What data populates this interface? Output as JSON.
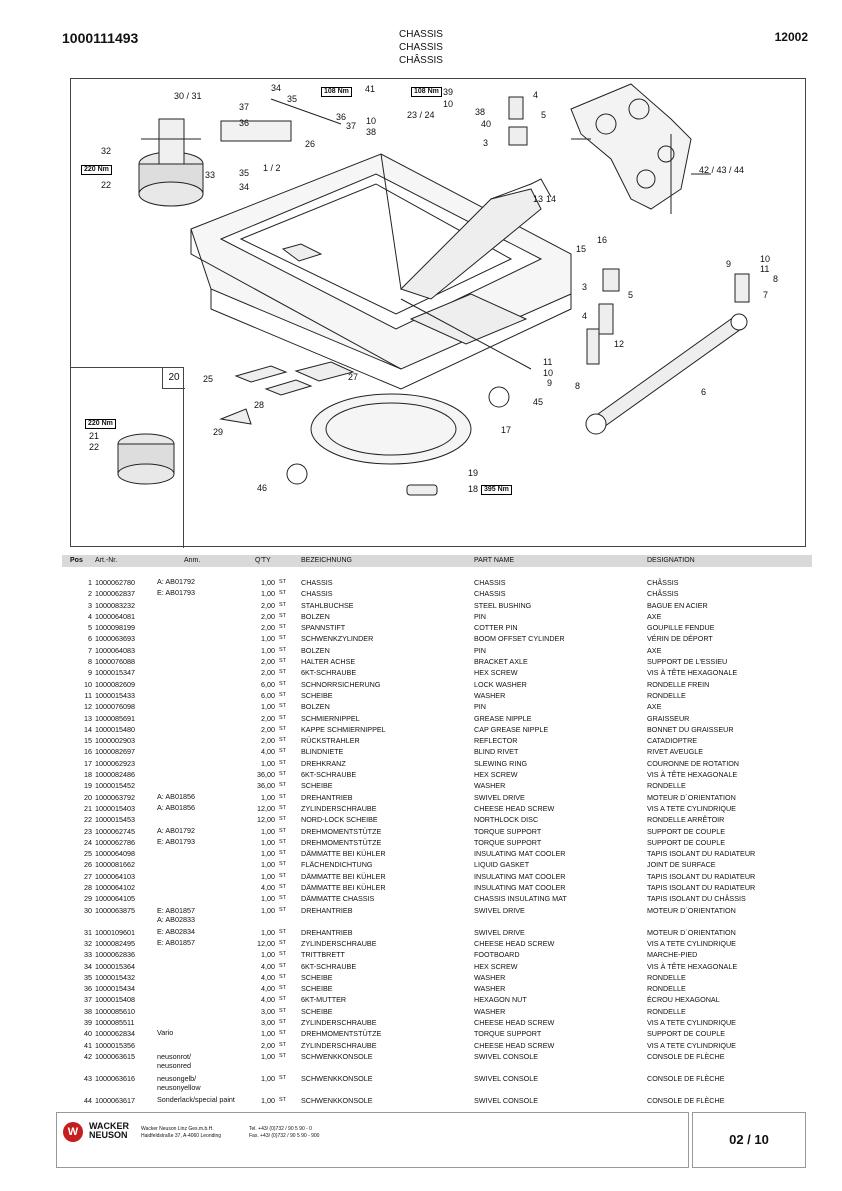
{
  "header": {
    "doc_number": "1000111493",
    "titles": [
      "CHASSIS",
      "CHASSIS",
      "CHÂSSIS"
    ],
    "page_code": "12002"
  },
  "drawing": {
    "inset_number": "20",
    "torque_labels": [
      "108 Nm",
      "108 Nm",
      "220 Nm",
      "220 Nm",
      "395 Nm"
    ],
    "callouts": [
      "30 / 31",
      "34",
      "35",
      "37",
      "36",
      "41",
      "39",
      "10",
      "38",
      "4",
      "5",
      "3",
      "42 / 43 / 44",
      "32",
      "22",
      "33",
      "35",
      "34",
      "1 / 2",
      "26",
      "36",
      "37",
      "10",
      "38",
      "23 / 24",
      "40",
      "13",
      "14",
      "16",
      "15",
      "10",
      "11",
      "9",
      "8",
      "7",
      "3",
      "5",
      "4",
      "12",
      "6",
      "11",
      "10",
      "9",
      "8",
      "25",
      "27",
      "28",
      "29",
      "45",
      "17",
      "46",
      "19",
      "18",
      "21",
      "22"
    ]
  },
  "table": {
    "headers": {
      "pos": "Pos",
      "art": "Art.-Nr.",
      "anm": "Anm.",
      "qty": "Q'TY",
      "de": "BEZEICHNUNG",
      "en": "PART NAME",
      "fr": "DESIGNATION"
    },
    "rows": [
      {
        "pos": "1",
        "art": "1000062780",
        "anm": "A: AB01792",
        "qty": "1,00",
        "unit": "ST",
        "de": "CHASSIS",
        "en": "CHASSIS",
        "fr": "CHÂSSIS"
      },
      {
        "pos": "2",
        "art": "1000062837",
        "anm": "E: AB01793",
        "qty": "1,00",
        "unit": "ST",
        "de": "CHASSIS",
        "en": "CHASSIS",
        "fr": "CHÂSSIS"
      },
      {
        "pos": "3",
        "art": "1000083232",
        "anm": "",
        "qty": "2,00",
        "unit": "ST",
        "de": "STAHLBUCHSE",
        "en": "STEEL BUSHING",
        "fr": "BAGUE EN ACIER"
      },
      {
        "pos": "4",
        "art": "1000064081",
        "anm": "",
        "qty": "2,00",
        "unit": "ST",
        "de": "BOLZEN",
        "en": "PIN",
        "fr": "AXE"
      },
      {
        "pos": "5",
        "art": "1000098199",
        "anm": "",
        "qty": "2,00",
        "unit": "ST",
        "de": "SPANNSTIFT",
        "en": "COTTER PIN",
        "fr": "GOUPILLE FENDUE"
      },
      {
        "pos": "6",
        "art": "1000063693",
        "anm": "",
        "qty": "1,00",
        "unit": "ST",
        "de": "SCHWENKZYLINDER",
        "en": "BOOM OFFSET CYLINDER",
        "fr": "VÉRIN DE DÉPORT"
      },
      {
        "pos": "7",
        "art": "1000064083",
        "anm": "",
        "qty": "1,00",
        "unit": "ST",
        "de": "BOLZEN",
        "en": "PIN",
        "fr": "AXE"
      },
      {
        "pos": "8",
        "art": "1000076088",
        "anm": "",
        "qty": "2,00",
        "unit": "ST",
        "de": "HALTER ACHSE",
        "en": "BRACKET AXLE",
        "fr": "SUPPORT DE L'ESSIEU"
      },
      {
        "pos": "9",
        "art": "1000015347",
        "anm": "",
        "qty": "2,00",
        "unit": "ST",
        "de": "6KT-SCHRAUBE",
        "en": "HEX SCREW",
        "fr": "VIS À TÊTE HEXAGONALE"
      },
      {
        "pos": "10",
        "art": "1000082609",
        "anm": "",
        "qty": "6,00",
        "unit": "ST",
        "de": "SCHNORRSICHERUNG",
        "en": "LOCK WASHER",
        "fr": "RONDELLE FREIN"
      },
      {
        "pos": "11",
        "art": "1000015433",
        "anm": "",
        "qty": "6,00",
        "unit": "ST",
        "de": "SCHEIBE",
        "en": "WASHER",
        "fr": "RONDELLE"
      },
      {
        "pos": "12",
        "art": "1000076098",
        "anm": "",
        "qty": "1,00",
        "unit": "ST",
        "de": "BOLZEN",
        "en": "PIN",
        "fr": "AXE"
      },
      {
        "pos": "13",
        "art": "1000085691",
        "anm": "",
        "qty": "2,00",
        "unit": "ST",
        "de": "SCHMIERNIPPEL",
        "en": "GREASE NIPPLE",
        "fr": "GRAISSEUR"
      },
      {
        "pos": "14",
        "art": "1000015480",
        "anm": "",
        "qty": "2,00",
        "unit": "ST",
        "de": "KAPPE SCHMIERNIPPEL",
        "en": "CAP GREASE NIPPLE",
        "fr": "BONNET DU GRAISSEUR"
      },
      {
        "pos": "15",
        "art": "1000002903",
        "anm": "",
        "qty": "2,00",
        "unit": "ST",
        "de": "RÜCKSTRAHLER",
        "en": "REFLECTOR",
        "fr": "CATADIOPTRE"
      },
      {
        "pos": "16",
        "art": "1000082697",
        "anm": "",
        "qty": "4,00",
        "unit": "ST",
        "de": "BLINDNIETE",
        "en": "BLIND RIVET",
        "fr": "RIVET AVEUGLE"
      },
      {
        "pos": "17",
        "art": "1000062923",
        "anm": "",
        "qty": "1,00",
        "unit": "ST",
        "de": "DREHKRANZ",
        "en": "SLEWING RING",
        "fr": "COURONNE DE ROTATION"
      },
      {
        "pos": "18",
        "art": "1000082486",
        "anm": "",
        "qty": "36,00",
        "unit": "ST",
        "de": "6KT-SCHRAUBE",
        "en": "HEX SCREW",
        "fr": "VIS À TÊTE HEXAGONALE"
      },
      {
        "pos": "19",
        "art": "1000015452",
        "anm": "",
        "qty": "36,00",
        "unit": "ST",
        "de": "SCHEIBE",
        "en": "WASHER",
        "fr": "RONDELLE"
      },
      {
        "pos": "20",
        "art": "1000063792",
        "anm": "A: AB01856",
        "qty": "1,00",
        "unit": "ST",
        "de": "DREHANTRIEB",
        "en": "SWIVEL DRIVE",
        "fr": "MOTEUR D´ORIENTATION"
      },
      {
        "pos": "21",
        "art": "1000015403",
        "anm": "A: AB01856",
        "qty": "12,00",
        "unit": "ST",
        "de": "ZYLINDERSCHRAUBE",
        "en": "CHEESE HEAD SCREW",
        "fr": "VIS A TETE CYLINDRIQUE"
      },
      {
        "pos": "22",
        "art": "1000015453",
        "anm": "",
        "qty": "12,00",
        "unit": "ST",
        "de": "NORD-LOCK SCHEIBE",
        "en": "NORTHLOCK DISC",
        "fr": "RONDELLE ARRÊTOIR"
      },
      {
        "pos": "23",
        "art": "1000062745",
        "anm": "A: AB01792",
        "qty": "1,00",
        "unit": "ST",
        "de": "DREHMOMENTSTÜTZE",
        "en": "TORQUE SUPPORT",
        "fr": "SUPPORT DE COUPLE"
      },
      {
        "pos": "24",
        "art": "1000062786",
        "anm": "E: AB01793",
        "qty": "1,00",
        "unit": "ST",
        "de": "DREHMOMENTSTÜTZE",
        "en": "TORQUE SUPPORT",
        "fr": "SUPPORT DE COUPLE"
      },
      {
        "pos": "25",
        "art": "1000064098",
        "anm": "",
        "qty": "1,00",
        "unit": "ST",
        "de": "DÄMMATTE BEI KÜHLER",
        "en": "INSULATING MAT COOLER",
        "fr": "TAPIS ISOLANT DU RADIATEUR"
      },
      {
        "pos": "26",
        "art": "1000081662",
        "anm": "",
        "qty": "1,00",
        "unit": "ST",
        "de": "FLÄCHENDICHTUNG",
        "en": "LIQUID GASKET",
        "fr": "JOINT DE SURFACE"
      },
      {
        "pos": "27",
        "art": "1000064103",
        "anm": "",
        "qty": "1,00",
        "unit": "ST",
        "de": "DÄMMATTE BEI KÜHLER",
        "en": "INSULATING MAT COOLER",
        "fr": "TAPIS ISOLANT DU RADIATEUR"
      },
      {
        "pos": "28",
        "art": "1000064102",
        "anm": "",
        "qty": "4,00",
        "unit": "ST",
        "de": "DÄMMATTE BEI KÜHLER",
        "en": "INSULATING MAT COOLER",
        "fr": "TAPIS ISOLANT DU RADIATEUR"
      },
      {
        "pos": "29",
        "art": "1000064105",
        "anm": "",
        "qty": "1,00",
        "unit": "ST",
        "de": "DÄMMATTE CHASSIS",
        "en": "CHASSIS INSULATING MAT",
        "fr": "TAPIS ISOLANT DU CHÂSSIS"
      },
      {
        "pos": "30",
        "art": "1000063875",
        "anm": "E: AB01857",
        "anm2": "A: AB02833",
        "qty": "1,00",
        "unit": "ST",
        "de": "DREHANTRIEB",
        "en": "SWIVEL DRIVE",
        "fr": "MOTEUR D´ORIENTATION"
      },
      {
        "pos": "31",
        "art": "1000109601",
        "anm": "E: AB02834",
        "qty": "1,00",
        "unit": "ST",
        "de": "DREHANTRIEB",
        "en": "SWIVEL DRIVE",
        "fr": "MOTEUR D´ORIENTATION"
      },
      {
        "pos": "32",
        "art": "1000082495",
        "anm": "E: AB01857",
        "qty": "12,00",
        "unit": "ST",
        "de": "ZYLINDERSCHRAUBE",
        "en": "CHEESE HEAD SCREW",
        "fr": "VIS A TETE CYLINDRIQUE"
      },
      {
        "pos": "33",
        "art": "1000062836",
        "anm": "",
        "qty": "1,00",
        "unit": "ST",
        "de": "TRITTBRETT",
        "en": "FOOTBOARD",
        "fr": "MARCHE-PIED"
      },
      {
        "pos": "34",
        "art": "1000015364",
        "anm": "",
        "qty": "4,00",
        "unit": "ST",
        "de": "6KT-SCHRAUBE",
        "en": "HEX SCREW",
        "fr": "VIS À TÊTE HEXAGONALE"
      },
      {
        "pos": "35",
        "art": "1000015432",
        "anm": "",
        "qty": "4,00",
        "unit": "ST",
        "de": "SCHEIBE",
        "en": "WASHER",
        "fr": "RONDELLE"
      },
      {
        "pos": "36",
        "art": "1000015434",
        "anm": "",
        "qty": "4,00",
        "unit": "ST",
        "de": "SCHEIBE",
        "en": "WASHER",
        "fr": "RONDELLE"
      },
      {
        "pos": "37",
        "art": "1000015408",
        "anm": "",
        "qty": "4,00",
        "unit": "ST",
        "de": "6KT-MUTTER",
        "en": "HEXAGON NUT",
        "fr": "ÉCROU HEXAGONAL"
      },
      {
        "pos": "38",
        "art": "1000085610",
        "anm": "",
        "qty": "3,00",
        "unit": "ST",
        "de": "SCHEIBE",
        "en": "WASHER",
        "fr": "RONDELLE"
      },
      {
        "pos": "39",
        "art": "1000085511",
        "anm": "",
        "qty": "3,00",
        "unit": "ST",
        "de": "ZYLINDERSCHRAUBE",
        "en": "CHEESE HEAD SCREW",
        "fr": "VIS A TETE CYLINDRIQUE"
      },
      {
        "pos": "40",
        "art": "1000062834",
        "anm": "Vario",
        "qty": "1,00",
        "unit": "ST",
        "de": "DREHMOMENTSTÜTZE",
        "en": "TORQUE SUPPORT",
        "fr": "SUPPORT DE COUPLE"
      },
      {
        "pos": "41",
        "art": "1000015356",
        "anm": "",
        "qty": "2,00",
        "unit": "ST",
        "de": "ZYLINDERSCHRAUBE",
        "en": "CHEESE HEAD SCREW",
        "fr": "VIS A TETE CYLINDRIQUE"
      },
      {
        "pos": "42",
        "art": "1000063615",
        "anm": "neusonrot/",
        "anm2": "neusonred",
        "qty": "1,00",
        "unit": "ST",
        "de": "SCHWENKKONSOLE",
        "en": "SWIVEL CONSOLE",
        "fr": "CONSOLE DE FLÈCHE"
      },
      {
        "pos": "43",
        "art": "1000063616",
        "anm": "neusongelb/",
        "anm2": "neusonyellow",
        "qty": "1,00",
        "unit": "ST",
        "de": "SCHWENKKONSOLE",
        "en": "SWIVEL CONSOLE",
        "fr": "CONSOLE DE FLÈCHE"
      },
      {
        "pos": "44",
        "art": "1000063617",
        "anm": "Sonderlack/special paint",
        "qty": "1,00",
        "unit": "ST",
        "de": "SCHWENKKONSOLE",
        "en": "SWIVEL CONSOLE",
        "fr": "CONSOLE DE FLÈCHE"
      }
    ]
  },
  "footer": {
    "brand_line1": "WACKER",
    "brand_line2": "NEUSON",
    "company": "Wacker Neuson Linz  Ges.m.b.H.",
    "address": "Haidfeldstraße 37, A-4060 Leonding",
    "tel": "Tel. +43/ (0)732 / 90 5 90 - 0",
    "fax": "Fax. +43/ (0)732 / 90 5 90 - 900",
    "page": "02 / 10"
  }
}
